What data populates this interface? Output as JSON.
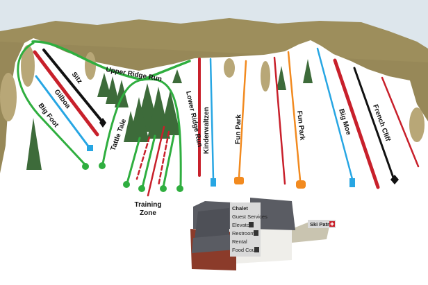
{
  "trails": [
    {
      "name": "Big Foot",
      "difficulty": "green-circle"
    },
    {
      "name": "Gilboa",
      "difficulty": "blue-square"
    },
    {
      "name": "Sitz",
      "difficulty": "black-diamond"
    },
    {
      "name": "Upper Ridge Run",
      "difficulty": "green-circle"
    },
    {
      "name": "Tattle Tale",
      "difficulty": "green-circle"
    },
    {
      "name": "Lower Ridge Run",
      "difficulty": "green-circle"
    },
    {
      "name": "Kinderwaltzen",
      "difficulty": "blue-square"
    },
    {
      "name": "Fun Park",
      "difficulty": "terrain-park"
    },
    {
      "name": "Fun Park",
      "difficulty": "terrain-park"
    },
    {
      "name": "Big Moe",
      "difficulty": "blue-square"
    },
    {
      "name": "French Cliff",
      "difficulty": "black-diamond"
    }
  ],
  "training_zone": {
    "line1": "Training",
    "line2": "Zone"
  },
  "chalet": {
    "title": "Chalet",
    "items": [
      "Guest Services",
      "Elevator",
      "Restrooms",
      "Rental",
      "Food Court"
    ]
  },
  "ski_patrol": "Ski Patrol",
  "colors": {
    "green": "#2fae3f",
    "blue": "#27a6e3",
    "red": "#c8202b",
    "black": "#111111",
    "orange": "#f28a1f"
  }
}
